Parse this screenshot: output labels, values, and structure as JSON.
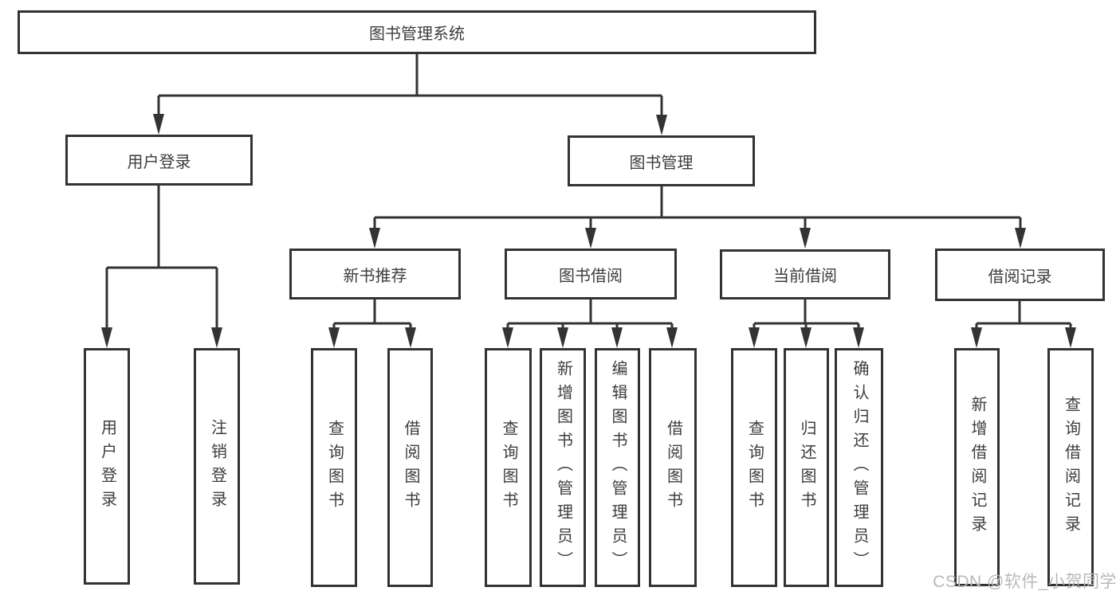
{
  "tree": {
    "root": {
      "label": "图书管理系统"
    },
    "branches": [
      {
        "label": "用户登录",
        "children": [
          {
            "label": "用户登录"
          },
          {
            "label": "注销登录"
          }
        ]
      },
      {
        "label": "图书管理",
        "children": [
          {
            "label": "新书推荐",
            "children": [
              {
                "label": "查询图书"
              },
              {
                "label": "借阅图书"
              }
            ]
          },
          {
            "label": "图书借阅",
            "children": [
              {
                "label": "查询图书"
              },
              {
                "label": "新增图书（管理员）"
              },
              {
                "label": "编辑图书（管理员）"
              },
              {
                "label": "借阅图书"
              }
            ]
          },
          {
            "label": "当前借阅",
            "children": [
              {
                "label": "查询图书"
              },
              {
                "label": "归还图书"
              },
              {
                "label": "确认归还（管理员）"
              }
            ]
          },
          {
            "label": "借阅记录",
            "children": [
              {
                "label": "新增借阅记录"
              },
              {
                "label": "查询借阅记录"
              }
            ]
          }
        ]
      }
    ]
  },
  "watermark": {
    "text": "CSDN @软件_小贺同学",
    "color": "#b9b9b9"
  },
  "colors": {
    "line": "#333333",
    "text": "#3d3d3d",
    "background": "#ffffff"
  }
}
